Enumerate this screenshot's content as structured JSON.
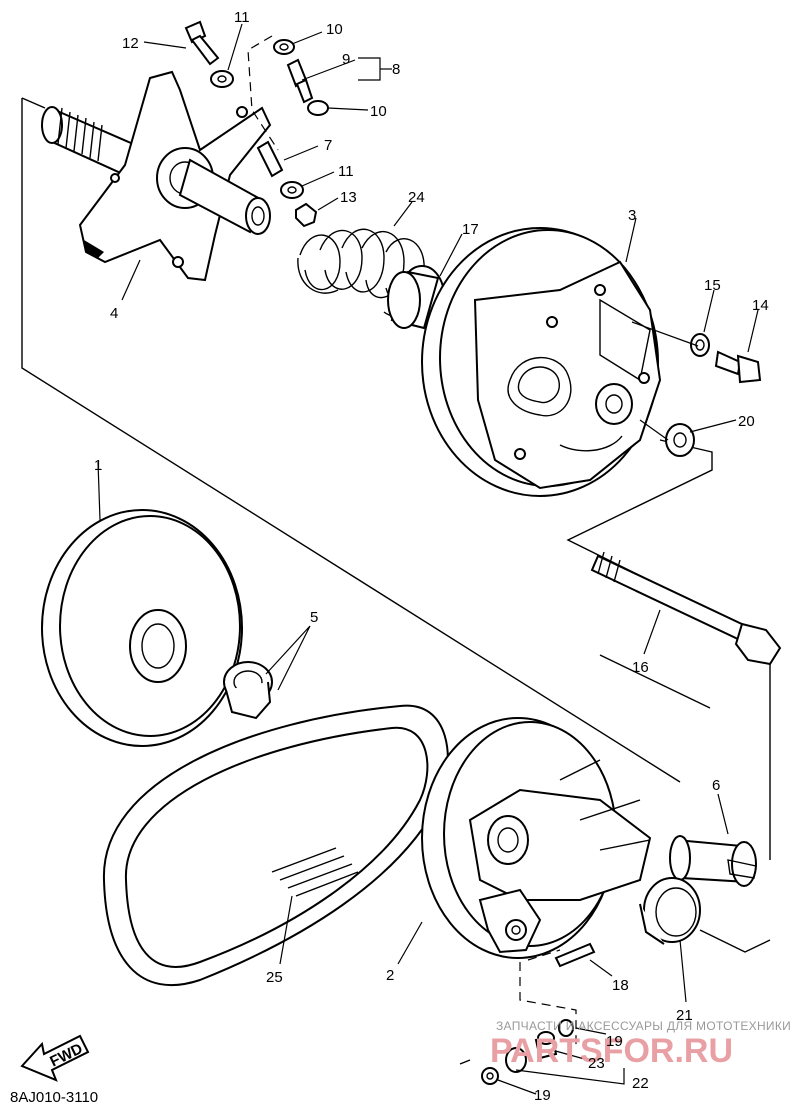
{
  "diagram": {
    "code": "8AJ010-3110",
    "fwd_label": "FWD",
    "callouts": [
      {
        "id": "c12",
        "text": "12"
      },
      {
        "id": "c11a",
        "text": "11"
      },
      {
        "id": "c10a",
        "text": "10"
      },
      {
        "id": "c9",
        "text": "9"
      },
      {
        "id": "c8",
        "text": "8"
      },
      {
        "id": "c10b",
        "text": "10"
      },
      {
        "id": "c7",
        "text": "7"
      },
      {
        "id": "c11b",
        "text": "11"
      },
      {
        "id": "c13",
        "text": "13"
      },
      {
        "id": "c24",
        "text": "24"
      },
      {
        "id": "c17",
        "text": "17"
      },
      {
        "id": "c3",
        "text": "3"
      },
      {
        "id": "c15",
        "text": "15"
      },
      {
        "id": "c14",
        "text": "14"
      },
      {
        "id": "c20",
        "text": "20"
      },
      {
        "id": "c4",
        "text": "4"
      },
      {
        "id": "c1",
        "text": "1"
      },
      {
        "id": "c5",
        "text": "5"
      },
      {
        "id": "c16",
        "text": "16"
      },
      {
        "id": "c6",
        "text": "6"
      },
      {
        "id": "c25",
        "text": "25"
      },
      {
        "id": "c2",
        "text": "2"
      },
      {
        "id": "c18",
        "text": "18"
      },
      {
        "id": "c21",
        "text": "21"
      },
      {
        "id": "c19a",
        "text": "19"
      },
      {
        "id": "c23",
        "text": "23"
      },
      {
        "id": "c22",
        "text": "22"
      },
      {
        "id": "c19b",
        "text": "19"
      }
    ]
  },
  "watermark": {
    "line1": "ЗАПЧАСТИ И АКСЕССУАРЫ ДЛЯ МОТОТЕХНИКИ",
    "brand": "PARTSFOR.RU"
  }
}
